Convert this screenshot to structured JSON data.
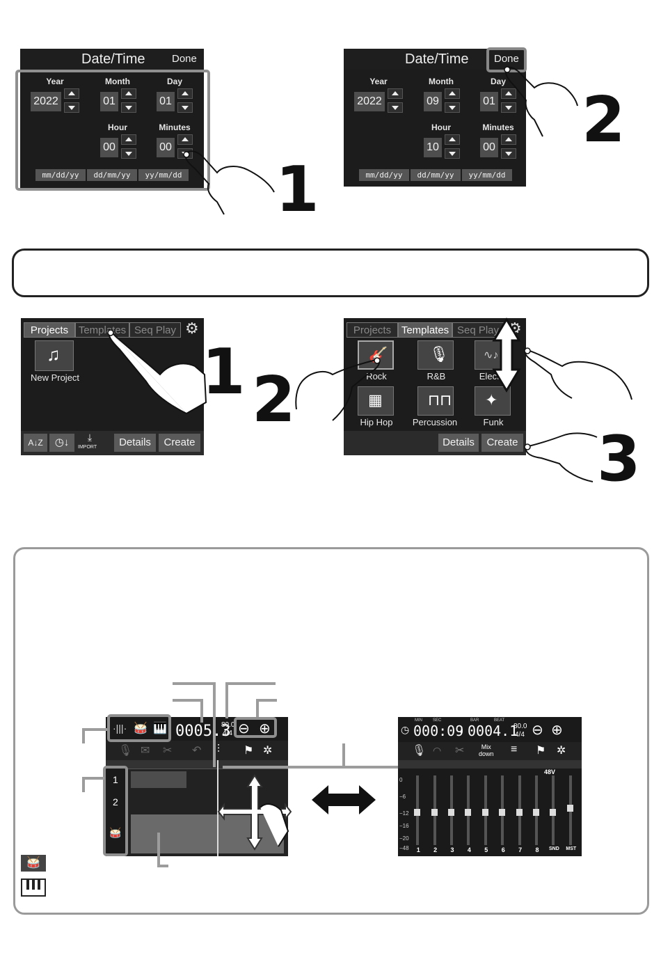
{
  "datetime": {
    "title": "Date/Time",
    "done_label": "Done",
    "labels": {
      "year": "Year",
      "month": "Month",
      "day": "Day",
      "hour": "Hour",
      "minutes": "Minutes"
    },
    "before": {
      "year": "2022",
      "month": "01",
      "day": "01",
      "hour": "00",
      "minutes": "00"
    },
    "after": {
      "year": "2022",
      "month": "09",
      "day": "01",
      "hour": "10",
      "minutes": "00"
    },
    "formats": [
      "mm/dd/yy",
      "dd/mm/yy",
      "yy/mm/dd"
    ]
  },
  "steps": {
    "one": "1",
    "two": "2",
    "three": "3"
  },
  "project": {
    "tabs": [
      "Projects",
      "Templates",
      "Seq Play"
    ],
    "new_project": "New Project",
    "import_label": "IMPORT",
    "details": "Details",
    "create": "Create",
    "templates": [
      "Rock",
      "R&B",
      "Electro",
      "Hip Hop",
      "Percussion",
      "Funk"
    ]
  },
  "track_view": {
    "position": "0005.3",
    "tempo": "80.0",
    "meter": "4/4",
    "tracks": [
      "1",
      "2"
    ]
  },
  "mixer_view": {
    "time": "000:09",
    "bar": "0004.1",
    "tempo": "80.0",
    "meter": "4/4",
    "time_units": [
      "MIN",
      "SEC"
    ],
    "bar_units": [
      "BAR",
      "BEAT"
    ],
    "mixdown": "Mix\ndown",
    "phantom": "48V",
    "scale": [
      "0",
      "−6",
      "−12",
      "−16",
      "−20",
      "−48"
    ],
    "channels": [
      "1",
      "2",
      "3",
      "4",
      "5",
      "6",
      "7",
      "8",
      "SND",
      "MST"
    ]
  },
  "colors": {
    "screen_bg": "#1c1c1c",
    "highlight": "#8f8f8f",
    "button": "#5a5a5a"
  }
}
